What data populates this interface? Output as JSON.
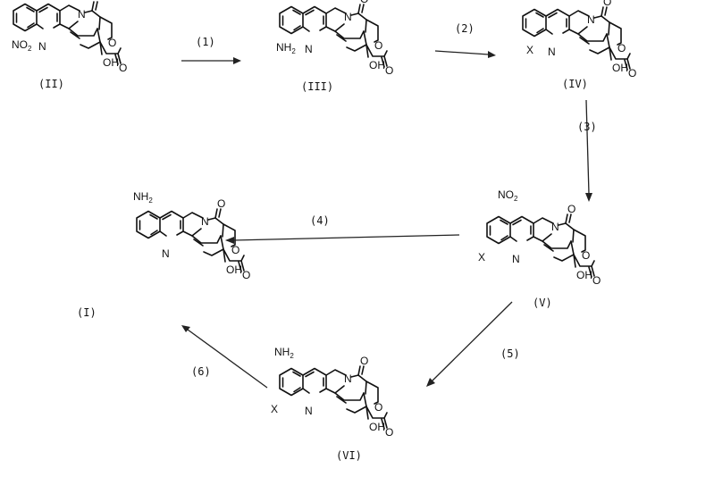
{
  "scheme": {
    "compounds": [
      {
        "id": "II",
        "label": "(II)",
        "substituent": "NO",
        "substituent_sub": "2",
        "ring_sub": "",
        "wedge_label": "OH"
      },
      {
        "id": "III",
        "label": "(III)",
        "substituent": "NH",
        "substituent_sub": "2",
        "ring_sub": "",
        "wedge_label": "OH"
      },
      {
        "id": "IV",
        "label": "(IV)",
        "substituent": "X",
        "substituent_sub": "",
        "ring_sub": "",
        "wedge_label": "OH"
      },
      {
        "id": "V",
        "label": "(V)",
        "substituent": "NO",
        "substituent_sub": "2",
        "ring_sub": "X",
        "wedge_label": "OH"
      },
      {
        "id": "I",
        "label": "(I)",
        "substituent": "NH",
        "substituent_sub": "2",
        "ring_sub": "",
        "wedge_label": "OH"
      },
      {
        "id": "VI",
        "label": "(VI)",
        "substituent": "NH",
        "substituent_sub": "2",
        "ring_sub": "X",
        "wedge_label": "OH"
      }
    ],
    "atoms": {
      "nitrogen": "N",
      "oxygen": "O"
    },
    "steps": [
      {
        "label": "(1)"
      },
      {
        "label": "(2)"
      },
      {
        "label": "(3)"
      },
      {
        "label": "(4)"
      },
      {
        "label": "(5)"
      },
      {
        "label": "(6)"
      }
    ]
  }
}
